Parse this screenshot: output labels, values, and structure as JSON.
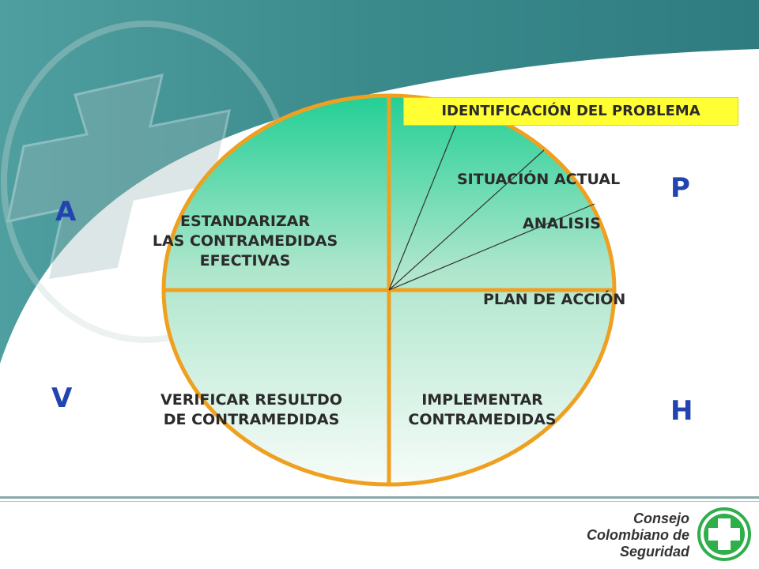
{
  "diagram": {
    "header_box": "IDENTIFICACIÓN DEL PROBLEMA",
    "quadrant_letters": {
      "p": "P",
      "h": "H",
      "v": "V",
      "a": "A"
    },
    "plan_steps": [
      "SITUACIÓN ACTUAL",
      "ANALISIS",
      "PLAN DE ACCIÓN"
    ],
    "act_text": [
      "ESTANDARIZAR",
      "LAS CONTRAMEDIDAS",
      "EFECTIVAS"
    ],
    "check_text": [
      "VERIFICAR RESULTDO",
      "DE CONTRAMEDIDAS"
    ],
    "do_text": [
      "IMPLEMENTAR",
      "CONTRAMEDIDAS"
    ]
  },
  "logo": {
    "lines": [
      "Consejo",
      "Colombiano de",
      "Seguridad"
    ],
    "icon": "green-cross-icon"
  },
  "colors": {
    "header_teal": "#3b8a8d",
    "circle_top": "#2fd39a",
    "circle_bottom": "#f4fbf7",
    "outline": "#f0a020",
    "letters": "#2244b0",
    "highlight": "#ffff33",
    "logo_green": "#2fae4a"
  }
}
